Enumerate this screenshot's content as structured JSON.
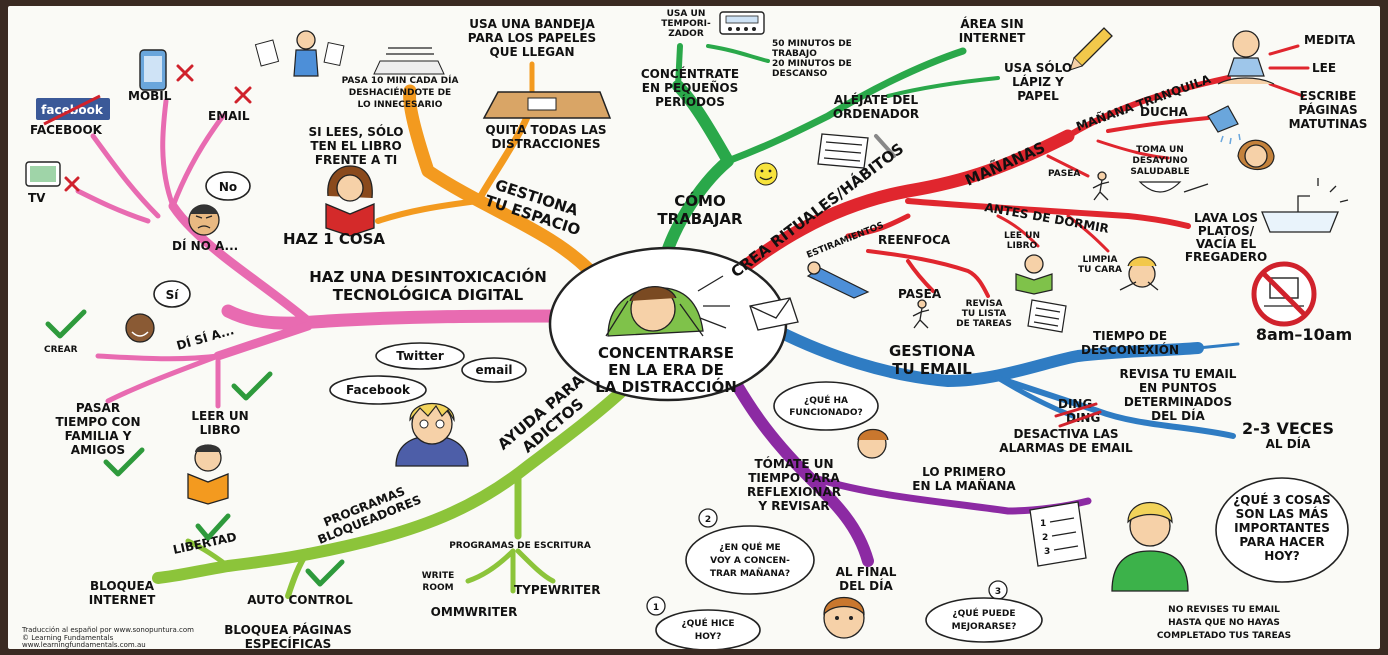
{
  "center": {
    "line1": "CONCENTRARSE",
    "line2": "EN LA ERA DE",
    "line3": "LA DISTRACCIÓN"
  },
  "colors": {
    "orange": "#f39a1f",
    "green": "#2aa84a",
    "red": "#e0262e",
    "blue": "#2f7cc3",
    "purple": "#8c2aa3",
    "pink": "#e86bb1",
    "lime": "#8cc43a",
    "check": "#2e9a3c",
    "x": "#d0222c"
  },
  "gestiona_espacio": {
    "branch": [
      "GESTIONA",
      "TU ESPACIO"
    ],
    "bandeja": [
      "USA UNA BANDEJA",
      "PARA LOS PAPELES",
      "QUE LLEGAN"
    ],
    "pasa10": [
      "PASA 10 MIN CADA DÍA",
      "DESHACIÉNDOTE DE",
      "LO INNECESARIO"
    ],
    "quita": [
      "QUITA TODAS LAS",
      "DISTRACCIONES"
    ],
    "silees": [
      "SI LEES, SÓLO",
      "TEN EL LIBRO",
      "FRENTE A TI"
    ],
    "haz1": "HAZ 1 COSA"
  },
  "como_trabajar": {
    "branch": [
      "CÓMO",
      "TRABAJAR"
    ],
    "temporizador": [
      "USA UN",
      "TEMPORI-",
      "ZADOR"
    ],
    "minutos": [
      "50 MINUTOS DE",
      "TRABAJO",
      "20 MINUTOS DE",
      "DESCANSO"
    ],
    "concentrate": [
      "CONCÉNTRATE",
      "EN PEQUEÑOS",
      "PERÍODOS"
    ],
    "area": [
      "ÁREA SIN",
      "INTERNET"
    ],
    "lapiz": [
      "USA SÓLO",
      "LÁPIZ Y",
      "PAPEL"
    ],
    "alejate": [
      "ALÉJATE DEL",
      "ORDENADOR"
    ]
  },
  "rituales": {
    "branch": "CREA RITUALES/HÁBITOS",
    "mananas": "MAÑANAS",
    "tranquila": "MAÑANA TRANQUILA",
    "medita": "MEDITA",
    "lee": "LEE",
    "escribe": [
      "ESCRIBE",
      "PÁGINAS",
      "MATUTINAS"
    ],
    "ducha": "DUCHA",
    "toma": [
      "TOMA UN",
      "DESAYUNO",
      "SALUDABLE"
    ],
    "pasea": "PASEA",
    "antes": "ANTES DE DORMIR",
    "lava": [
      "LAVA LOS",
      "PLATOS/",
      "VACÍA EL",
      "FREGADERO"
    ],
    "estiramientos": "ESTIRAMIENTOS",
    "reenfoca": "REENFOCA",
    "leeunlibro": [
      "LEE UN",
      "LIBRO"
    ],
    "limpia": [
      "LIMPIA",
      "TU CARA"
    ],
    "pasea2": "PASEA",
    "revisa": [
      "REVISA",
      "TU LISTA",
      "DE TAREAS"
    ]
  },
  "email": {
    "branch": [
      "GESTIONA",
      "TU EMAIL"
    ],
    "tiempo": [
      "TIEMPO DE",
      "DESCONEXIÓN"
    ],
    "horario": "8am–10am",
    "revisa": [
      "REVISA TU EMAIL",
      "EN PUNTOS",
      "DETERMINADOS",
      "DEL DÍA"
    ],
    "veces": [
      "2-3 VECES",
      "AL DÍA"
    ],
    "ding": "DING",
    "dong": "DING",
    "desactiva": [
      "DESACTIVA LAS",
      "ALARMAS DE EMAIL"
    ]
  },
  "reflexionar": {
    "branch": [
      "TÓMATE UN",
      "TIEMPO PARA",
      "REFLEXIONAR",
      "Y REVISAR"
    ],
    "que_ha": [
      "¿QUÉ HA",
      "FUNCIONADO?"
    ],
    "primero": [
      "LO PRIMERO",
      "EN LA MAÑANA"
    ],
    "tres": [
      "¿QUÉ 3 COSAS",
      "SON LAS MÁS",
      "IMPORTANTES",
      "PARA HACER",
      "HOY?"
    ],
    "norevises": [
      "NO REVISES TU EMAIL",
      "HASTA QUE NO HAYAS",
      "COMPLETADO TUS TAREAS"
    ],
    "final": [
      "AL FINAL",
      "DEL DÍA"
    ],
    "n1": "1",
    "n2": "2",
    "n3": "3",
    "enque": [
      "¿EN QUÉ ME",
      "VOY A CONCEN-",
      "TRAR MAÑANA?"
    ],
    "hice": [
      "¿QUÉ HICE",
      "HOY?"
    ],
    "mejorarse": [
      "¿QUÉ PUEDE",
      "MEJORARSE?"
    ]
  },
  "adictos": {
    "branch": [
      "AYUDA PARA",
      "ADICTOS"
    ],
    "twitter": "Twitter",
    "email": "email",
    "facebook": "Facebook",
    "programas": [
      "PROGRAMAS",
      "BLOQUEADORES"
    ],
    "libertad": "LIBERTAD",
    "bloquea": [
      "BLOQUEA",
      "INTERNET"
    ],
    "auto": "AUTO CONTROL",
    "paginas": [
      "BLOQUEA PÁGINAS",
      "ESPECÍFICAS"
    ],
    "escritura": "PROGRAMAS DE ESCRITURA",
    "write": [
      "WRITE",
      "ROOM"
    ],
    "typewriter": "TYPEWRITER",
    "omm": "OMMWRITER"
  },
  "desintox": {
    "branch": [
      "HAZ UNA DESINTOXICACIÓN",
      "TECNOLÓGICA DIGITAL"
    ],
    "dino": "DÍ NO A...",
    "no": "No",
    "mobil": "MOBIL",
    "email": "EMAIL",
    "facebook_logo": "facebook",
    "facebook": "FACEBOOK",
    "tv": "TV",
    "disi": "DÍ SÍ A...",
    "si": "Sí",
    "crear": "CREAR",
    "pasar": [
      "PASAR",
      "TIEMPO CON",
      "FAMILIA Y",
      "AMIGOS"
    ],
    "leer": [
      "LEER UN",
      "LIBRO"
    ]
  },
  "credits": [
    "Traducción al español por www.sonopuntura.com",
    "© Learning Fundamentals",
    "www.learningfundamentals.com.au"
  ]
}
